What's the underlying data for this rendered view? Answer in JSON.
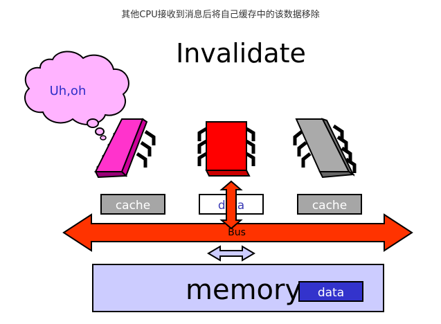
{
  "caption": "其他CPU接收到消息后将自己缓存中的该数据移除",
  "slide": {
    "title": "Invalidate",
    "thought_bubble": "Uh,oh",
    "caches": [
      {
        "label": "cache",
        "cpu_color": "#ff33cc",
        "state": "invalidated"
      },
      {
        "label": "data",
        "cpu_color": "#ff0000",
        "state": "writing"
      },
      {
        "label": "cache",
        "cpu_color": "#aaaaaa",
        "state": "idle"
      }
    ],
    "bus_label": "Bus",
    "memory_label": "memory",
    "memory_data_label": "data"
  },
  "colors": {
    "bus": "#ff3300",
    "memory_fill": "#ccccff",
    "cloud_fill": "#ffb3ff",
    "memory_data_fill": "#3333cc",
    "cache_box_fill": "#a6a6a6"
  }
}
